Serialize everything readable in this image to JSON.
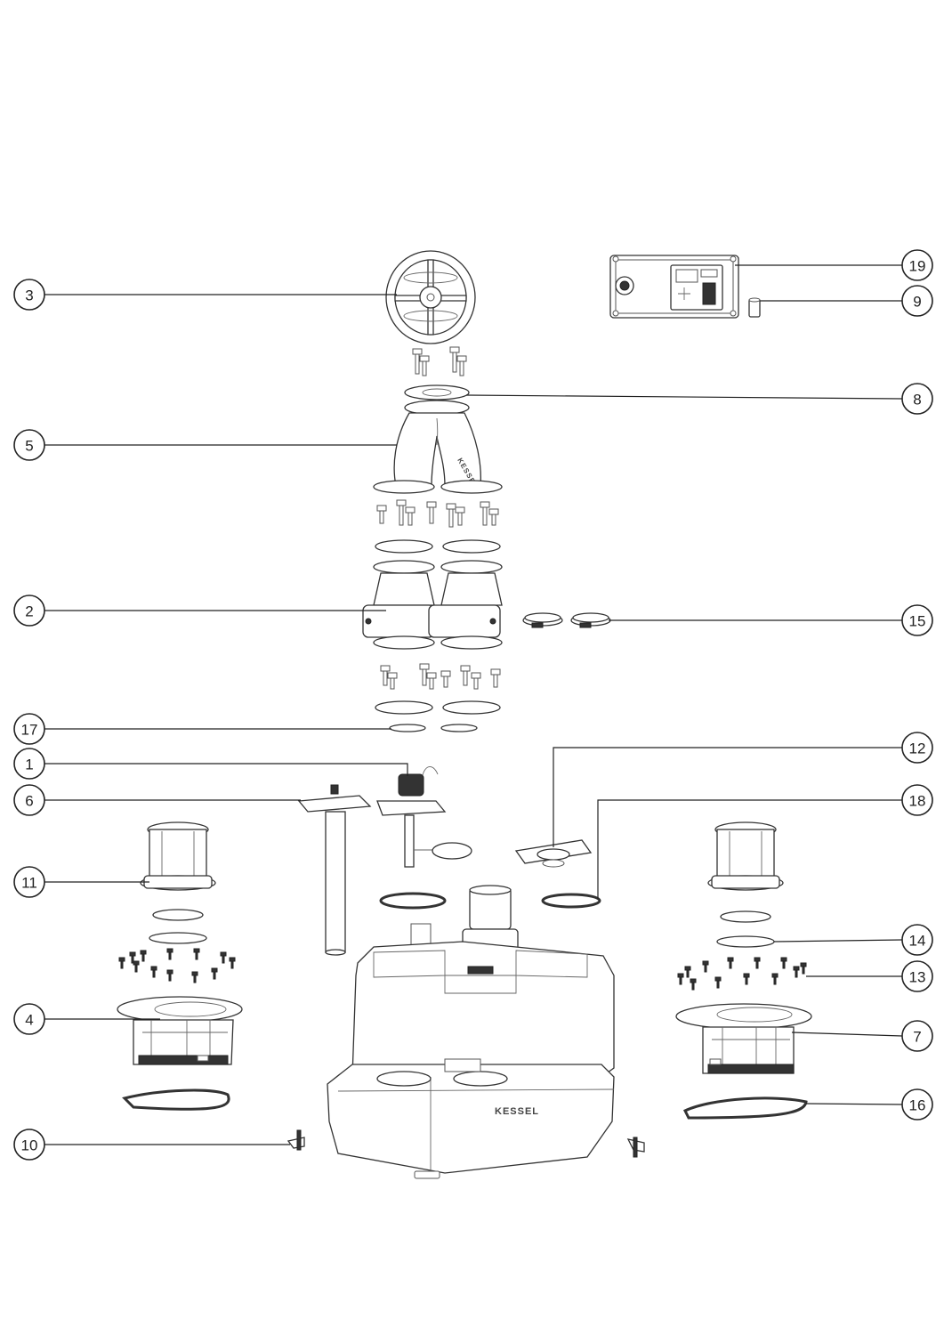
{
  "brand": "KESSEL",
  "callouts": [
    {
      "number": "1"
    },
    {
      "number": "2"
    },
    {
      "number": "3"
    },
    {
      "number": "4"
    },
    {
      "number": "5"
    },
    {
      "number": "6"
    },
    {
      "number": "7"
    },
    {
      "number": "8"
    },
    {
      "number": "9"
    },
    {
      "number": "10"
    },
    {
      "number": "11"
    },
    {
      "number": "12"
    },
    {
      "number": "13"
    },
    {
      "number": "14"
    },
    {
      "number": "15"
    },
    {
      "number": "16"
    },
    {
      "number": "17"
    },
    {
      "number": "18"
    },
    {
      "number": "19"
    }
  ]
}
